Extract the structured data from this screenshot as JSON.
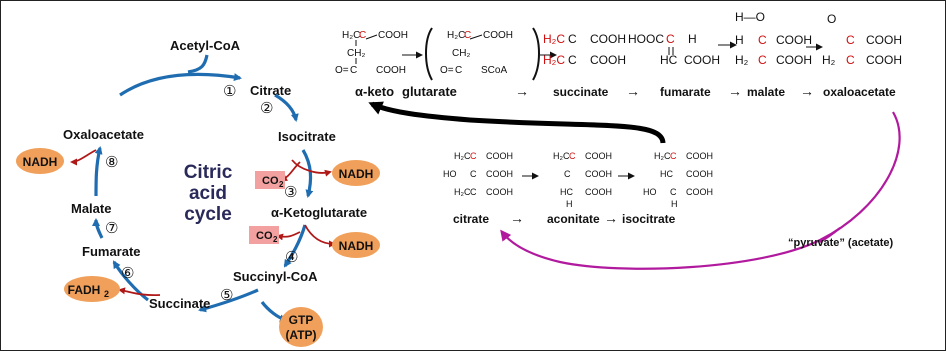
{
  "cycle": {
    "center_title": [
      "Citric",
      "acid",
      "cycle"
    ],
    "compounds": {
      "acetyl_coa": "Acetyl-CoA",
      "citrate": "Citrate",
      "isocitrate": "Isocitrate",
      "alpha_kg": "α-Ketoglutarate",
      "succinyl_coa": "Succinyl-CoA",
      "succinate": "Succinate",
      "fumarate": "Fumarate",
      "malate": "Malate",
      "oxaloacetate": "Oxaloacetate"
    },
    "steps": [
      "①",
      "②",
      "③",
      "④",
      "⑤",
      "⑥",
      "⑦",
      "⑧"
    ],
    "cofactors": {
      "nadh": "NADH",
      "co2": "CO",
      "co2_sub": "2",
      "fadh": "FADH",
      "fadh_sub": "2",
      "gtp": "GTP",
      "atp": "(ATP)"
    }
  },
  "top_row": {
    "names": [
      "α-keto",
      "glutarate",
      "→",
      "succinate",
      "→",
      "fumarate",
      "→",
      "malate",
      "→",
      "oxaloacetate"
    ]
  },
  "middle_row": {
    "names": [
      "citrate",
      "→",
      "aconitate",
      "→",
      "isocitrate"
    ]
  },
  "pyruvate_label": "“pyruvate” (acetate)",
  "chem": {
    "h2c": "H₂C",
    "c": "C",
    "cooh": "COOH",
    "ch2": "CH₂",
    "o_eq": "O=",
    "scoa": "SCoA",
    "hooc": "HOOC",
    "hc": "HC",
    "h": "H",
    "ho": "HO",
    "h_o": "H—O",
    "h2": "H₂",
    "o": "O"
  },
  "colors": {
    "cycle_arrow": "#1f6db0",
    "cofactor_fill": "#f0a05a",
    "co2_fill": "#f2a0a0",
    "red_arrow": "#b01818",
    "magenta_arrow": "#b11a9e",
    "chem_red": "#d01010"
  }
}
